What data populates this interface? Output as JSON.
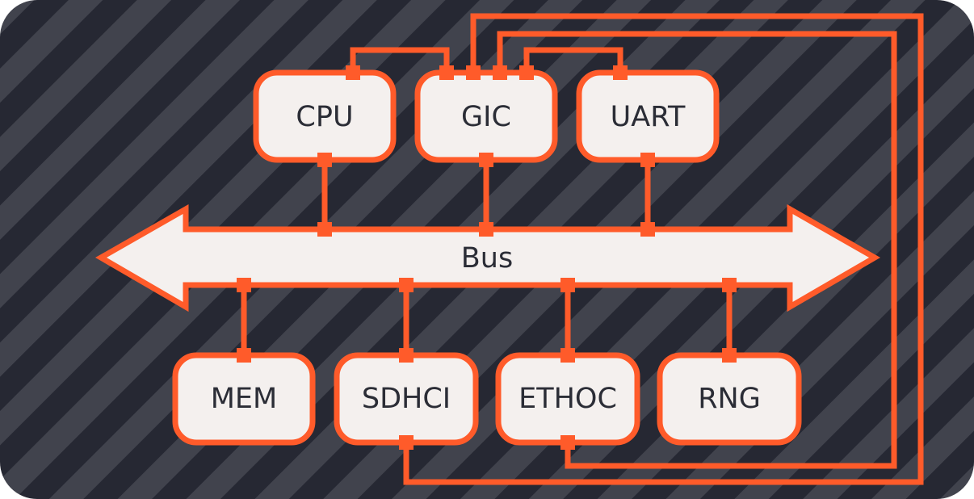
{
  "diagram": {
    "colors": {
      "stripe_dark": "#262833",
      "stripe_light": "#41434d",
      "accent": "#ff5b2a",
      "box_fill": "#f4f0ee",
      "text": "#2b2d36"
    },
    "bus_label": "Bus",
    "top_nodes": [
      "CPU",
      "GIC",
      "UART"
    ],
    "bottom_nodes": [
      "MEM",
      "SDHCI",
      "ETHOC",
      "RNG"
    ],
    "links": [
      {
        "from": "CPU",
        "to": "GIC"
      },
      {
        "from": "UART",
        "to": "GIC"
      },
      {
        "from": "SDHCI",
        "to": "GIC"
      },
      {
        "from": "ETHOC",
        "to": "GIC"
      }
    ]
  }
}
